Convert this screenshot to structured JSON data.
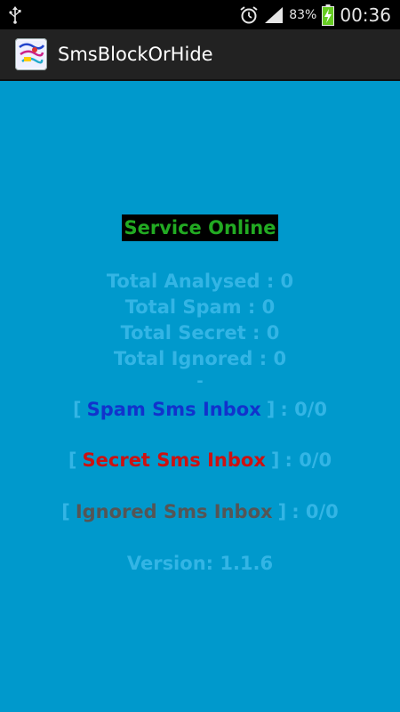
{
  "status_bar": {
    "battery_percent": "83%",
    "time": "00:36",
    "icons": [
      "usb-icon",
      "alarm-icon",
      "signal-icon",
      "battery-charging-icon"
    ]
  },
  "action_bar": {
    "title": "SmsBlockOrHide",
    "icon": "app-icon"
  },
  "main": {
    "service_status": "Service Online",
    "stats": [
      "Total Analysed : 0",
      "Total Spam : 0",
      "Total Secret : 0",
      "Total Ignored : 0"
    ],
    "separator": "-",
    "inboxes": [
      {
        "open": "[",
        "label": "Spam Sms Inbox",
        "close": "]",
        "count": ": 0/0",
        "color": "#1133CC"
      },
      {
        "open": "[",
        "label": "Secret Sms Inbox",
        "close": "]",
        "count": ": 0/0",
        "color": "#CC1111"
      },
      {
        "open": "[",
        "label": "Ignored Sms Inbox",
        "close": "]",
        "count": ": 0/0",
        "color": "#555555"
      }
    ],
    "version": "Version: 1.1.6"
  },
  "colors": {
    "background": "#0099CC",
    "stat_text": "#33B5E5",
    "service_online": "#22AA22",
    "action_bar": "#222222"
  }
}
